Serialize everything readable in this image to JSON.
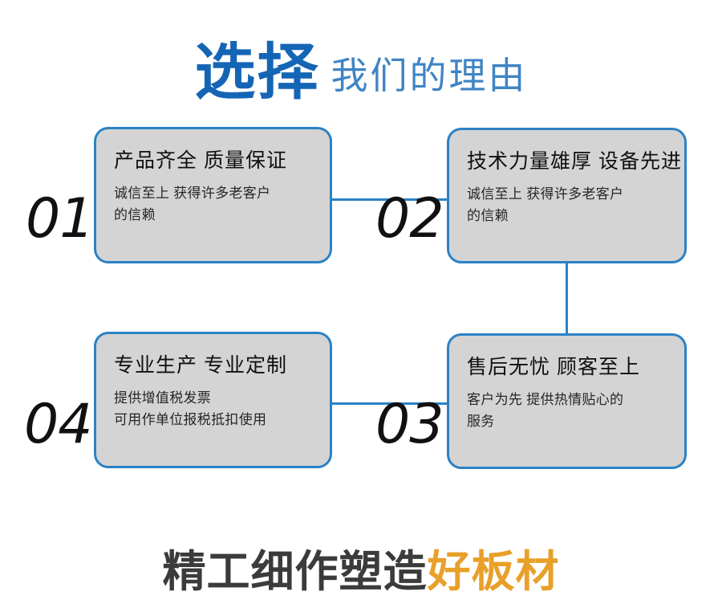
{
  "header": {
    "strong_text": "选择",
    "light_text": "我们的理由",
    "strong_color": "#1565b5",
    "light_color": "#3f84c4"
  },
  "theme": {
    "card_fill": "#d4d4d4",
    "card_border": "#2a82c6",
    "connector": "#2a82c6",
    "title_color": "#101010",
    "body_color": "#262626",
    "number_color": "#111111",
    "accent_orange": "#e8a029",
    "footer_dark": "#3b3b3b",
    "background": "#ffffff"
  },
  "cards": [
    {
      "number": "01",
      "title": "产品齐全 质量保证",
      "body_lines": [
        "诚信至上 获得许多老客户",
        "的信赖"
      ]
    },
    {
      "number": "02",
      "title": "技术力量雄厚 设备先进",
      "body_lines": [
        "诚信至上 获得许多老客户",
        "的信赖"
      ]
    },
    {
      "number": "03",
      "title": "售后无忧 顾客至上",
      "body_lines": [
        "客户为先 提供热情贴心的",
        "服务"
      ]
    },
    {
      "number": "04",
      "title": "专业生产 专业定制",
      "body_lines": [
        "提供增值税发票",
        "可用作单位报税抵扣使用"
      ]
    }
  ],
  "footer": {
    "dark_text": "精工细作塑造",
    "accent_text": "好板材"
  }
}
